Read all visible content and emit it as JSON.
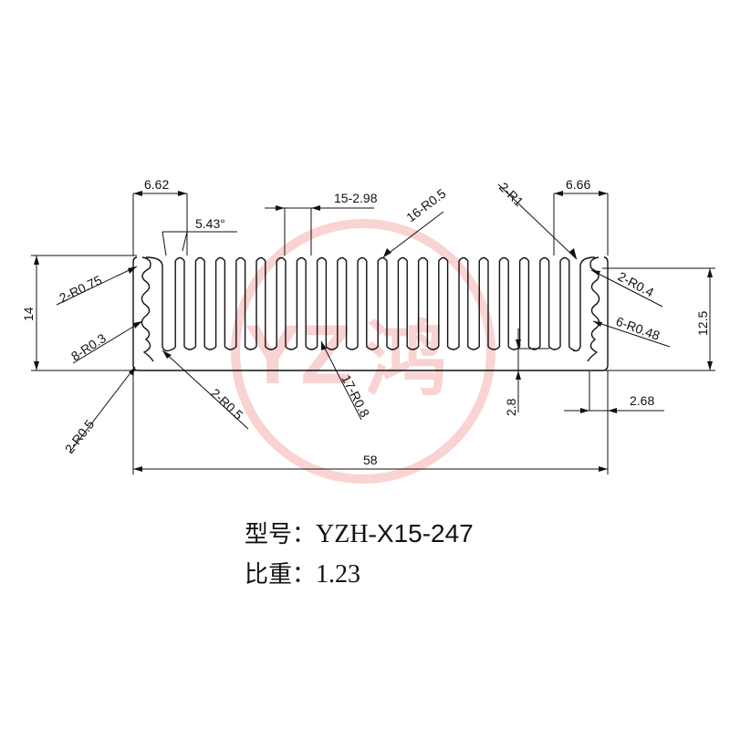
{
  "profile": {
    "fin_count": 20,
    "colors": {
      "outline": "#111111",
      "watermark": "#e53935"
    }
  },
  "watermark": {
    "text": "YZ",
    "glyph": "鸿"
  },
  "dimensions": {
    "left_edge_width": "6.62",
    "right_edge_width": "6.66",
    "fin_angle": "5.43°",
    "fin_pitch": "15-2.98",
    "fin_tip_radius": "16-R0.5",
    "corner_radius_top_right": "2-R1",
    "corner_radius_top_left": "2-R0.75",
    "left_groove_radius": "8-R0.3",
    "bottom_left_radius": "2-R0.5",
    "bottom_left_inner_radius": "2-R0.5",
    "fin_root_radius": "17-R0.8",
    "right_corner_radius": "2-R0.4",
    "right_groove_radius": "6-R0.48",
    "base_thickness": "2.8",
    "right_wall": "2.68",
    "overall_width": "58",
    "overall_height": "14",
    "inner_height": "12.5"
  },
  "caption": {
    "model_label": "型号：",
    "model_prefix": "YZH-",
    "model_code": "X15-247",
    "weight_label": "比重：",
    "weight_value": "1.23"
  }
}
